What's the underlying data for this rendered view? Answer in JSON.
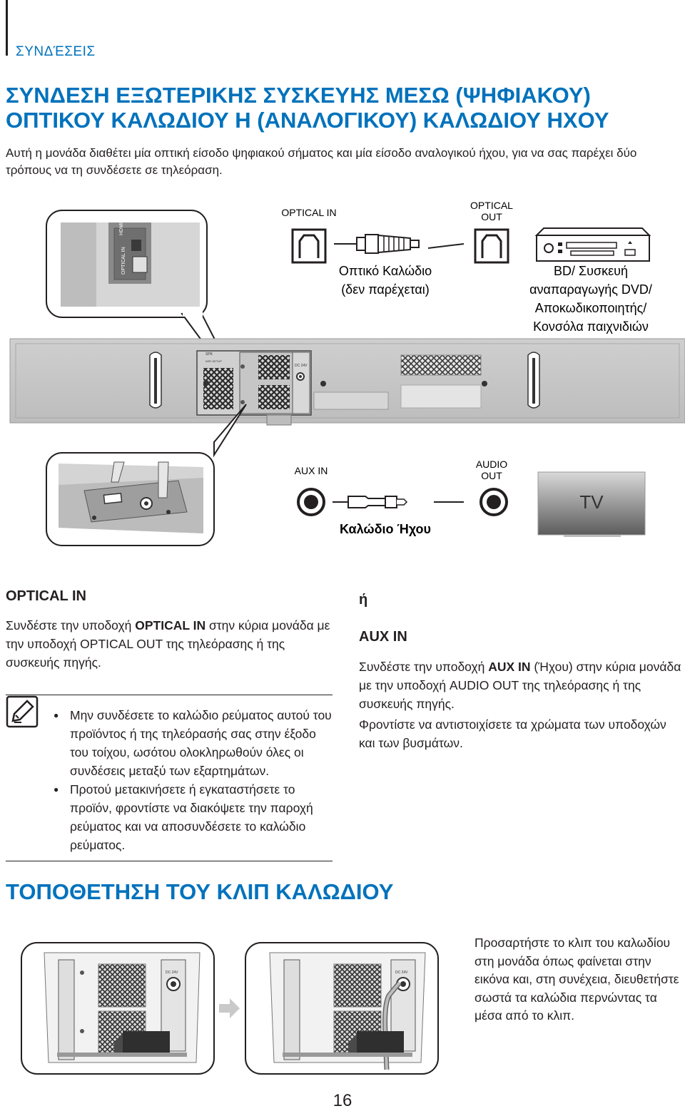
{
  "header": {
    "section": "ΣΥΝΔΈΣΕΙΣ"
  },
  "main": {
    "title": "ΣΥΝΔΕΣΗ ΕΞΩΤΕΡΙΚΗΣ ΣΥΣΚΕΥΗΣ ΜΕΣΩ (ΨΗΦΙΑΚΟΥ) ΟΠΤΙΚΟΥ ΚΑΛΩΔΙΟΥ Η (ΑΝΑΛΟΓΙΚΟΥ) ΚΑΛΩΔΙΟΥ ΗΧΟΥ",
    "intro": "Αυτή η μονάδα διαθέτει μία οπτική είσοδο ψηφιακού σήματος και μία είσοδο αναλογικού ήχου, για να σας παρέχει δύο τρόπους να τη συνδέσετε σε τηλεόραση."
  },
  "diagram": {
    "optical_in_label": "OPTICAL IN",
    "optical_out_label_1": "OPTICAL",
    "optical_out_label_2": "OUT",
    "optical_cable_1": "Οπτικό Καλώδιο",
    "optical_cable_2": "(δεν παρέχεται)",
    "device_1": "BD/ Συσκευή",
    "device_2": "αναπαραγωγής DVD/",
    "device_3": "Αποκωδικοποιητής/",
    "device_4": "Κονσόλα παιχνιδιών",
    "panel_optical_in": "OPTICAL IN",
    "panel_hdmi": "HDMI",
    "panel_dc": "DC 24V",
    "panel_spk": "SPK",
    "panel_wifi": "WIFI SETUP",
    "aux_in_label": "AUX IN",
    "audio_out_label_1": "AUDIO",
    "audio_out_label_2": "OUT",
    "audio_cable": "Καλώδιο Ήχου",
    "tv_label": "TV"
  },
  "left_col": {
    "heading": "OPTICAL IN",
    "text_a": "Συνδέστε την υποδοχή ",
    "text_b": "OPTICAL IN",
    "text_c": " στην κύρια μονάδα με την υποδοχή OPTICAL OUT της τηλεόρασης ή της συσκευής πηγής."
  },
  "notes": [
    "Μην συνδέσετε το καλώδιο ρεύματος αυτού του προϊόντος ή της τηλεόρασής σας στην έξοδο του τοίχου, ωσότου ολοκληρωθούν όλες οι συνδέσεις μεταξύ των εξαρτημάτων.",
    "Προτού μετακινήσετε ή εγκαταστήσετε το προϊόν, φροντίστε να διακόψετε την παροχή ρεύματος και να αποσυνδέσετε το καλώδιο ρεύματος."
  ],
  "right_col": {
    "or": "ή",
    "heading": "AUX IN",
    "text_a": "Συνδέστε την υποδοχή ",
    "text_b": "AUX IN",
    "text_c": " (Ήχου) στην κύρια μονάδα με την υποδοχή AUDIO OUT της τηλεόρασης ή της συσκευής πηγής.",
    "text_2": "Φροντίστε να αντιστοιχίσετε τα χρώματα των υποδοχών και των βυσμάτων."
  },
  "clip": {
    "title": "ΤΟΠΟΘΕΤΗΣΗ ΤΟΥ ΚΛΙΠ ΚΑΛΩΔΙΟΥ",
    "text": "Προσαρτήστε το κλιπ του καλωδίου στη μονάδα όπως φαίνεται στην εικόνα και, στη συνέχεια, διευθετήστε σωστά τα καλώδια περνώντας τα μέσα από το κλιπ.",
    "dc_label": "DC 24V"
  },
  "footer": {
    "page_number": "16"
  }
}
